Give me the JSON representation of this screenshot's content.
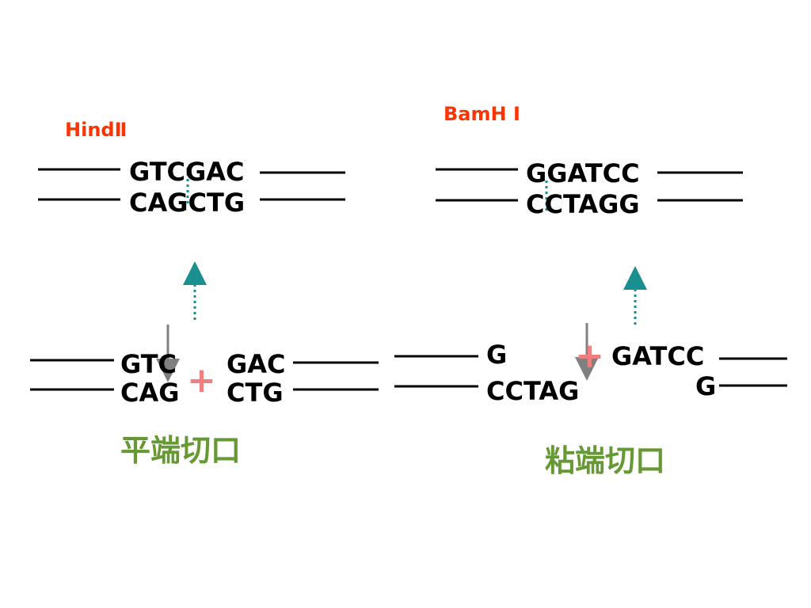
{
  "colors": {
    "enzyme_label": "#ff3300",
    "cut_type_label": "#669933",
    "plus_sign": "#f08080",
    "dotted_arrow": "#1a8f8f",
    "cut_arrow": "#808080",
    "sequence": "#000000"
  },
  "hind2": {
    "name": "HindⅡ",
    "site_top": "GTCGAC",
    "site_bottom": "CAGCTG",
    "left_top": "GTC",
    "left_bottom": "CAG",
    "right_top": "GAC",
    "right_bottom": "CTG",
    "plus": "+",
    "cut_type": "平端切口"
  },
  "bamh1": {
    "name": "BamH Ⅰ",
    "site_top": "GGATCC",
    "site_bottom": "CCTAGG",
    "left_top": "G",
    "left_bottom": "CCTAG",
    "right_top": "GATCC",
    "right_bottom": "G",
    "plus": "+",
    "cut_type": "粘端切口"
  }
}
